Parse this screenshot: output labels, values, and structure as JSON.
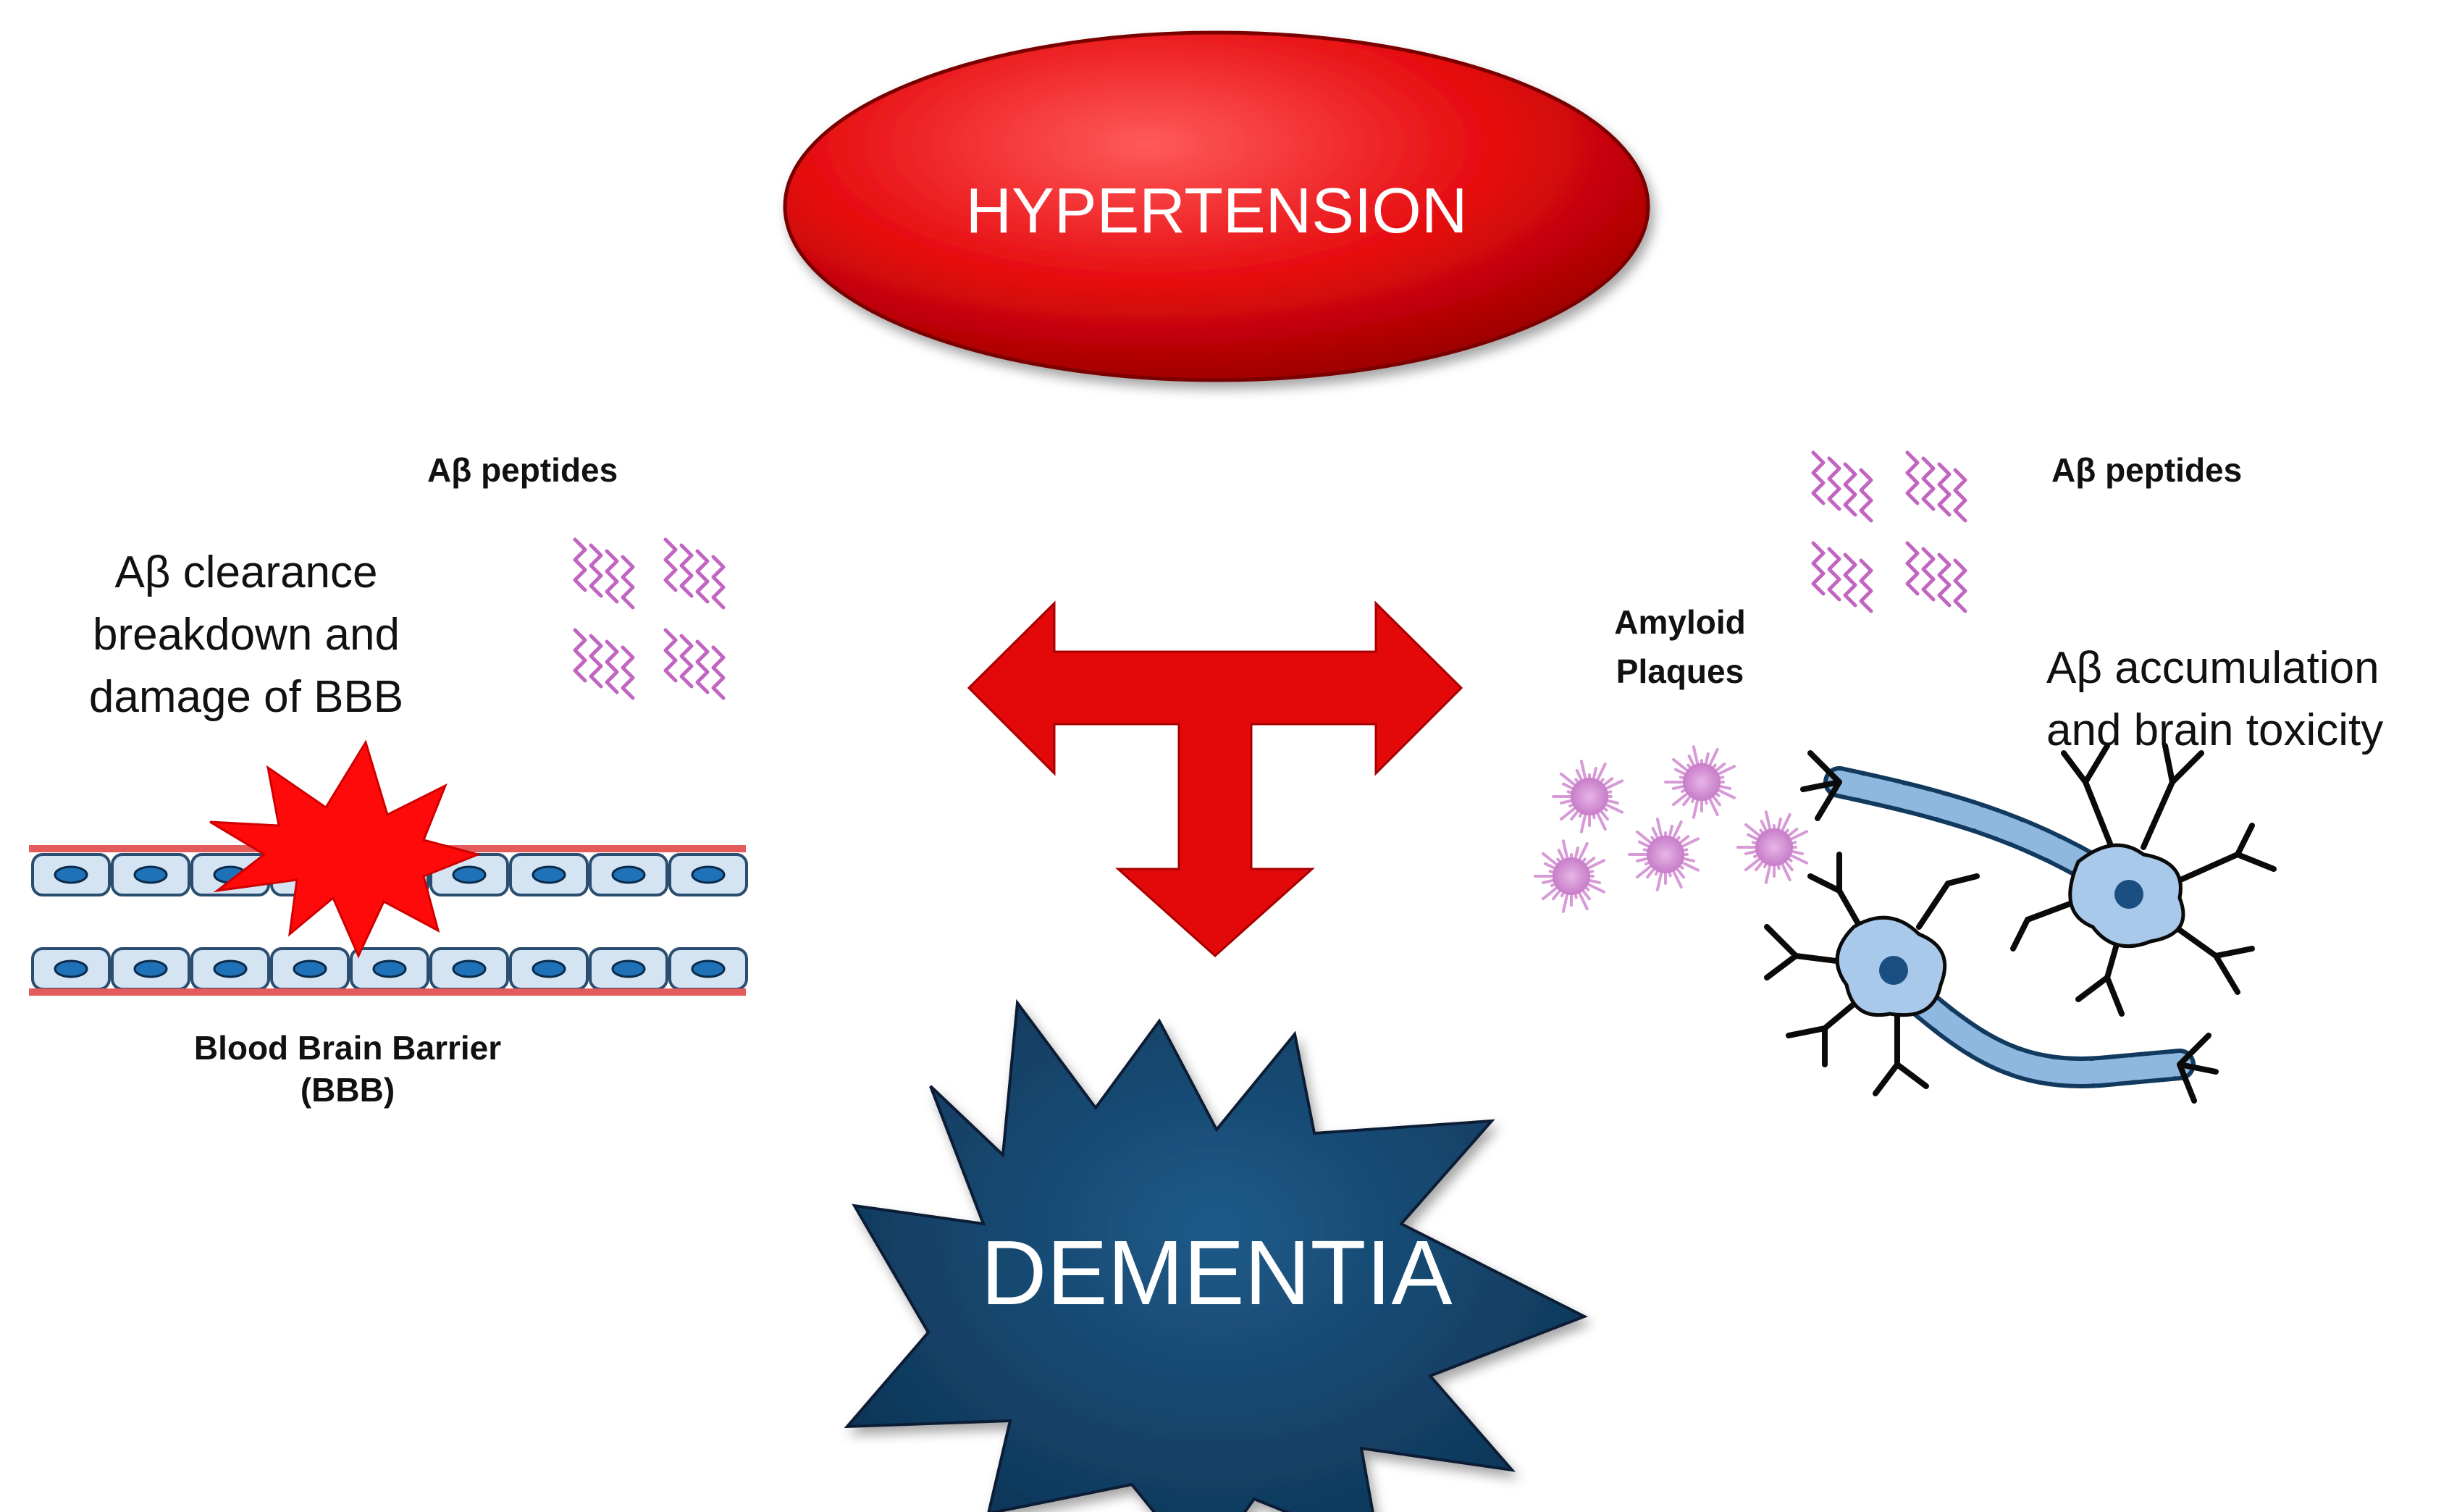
{
  "hypertension": {
    "label": "HYPERTENSION",
    "color": "#e5090d"
  },
  "dementia": {
    "label": "DEMENTIA",
    "color": "#123f63"
  },
  "left_panel": {
    "peptides_label": "Aβ peptides",
    "clearance_lines": [
      "Aβ clearance",
      "breakdown and",
      "damage of BBB"
    ],
    "barrier_lines": [
      "Blood Brain Barrier",
      "(BBB)"
    ]
  },
  "right_panel": {
    "peptides_label": "Aβ peptides",
    "plaques_lines": [
      "Amyloid",
      "Plaques"
    ],
    "accumulation_lines": [
      "Aβ accumulation",
      "and brain toxicity"
    ]
  },
  "colors": {
    "arrow": "#e3090b",
    "burst": "#ff0a0a",
    "peptide": "#c265c2",
    "plaque": "#d79ad7",
    "cell_fill": "#d4e4f3",
    "cell_nucleus": "#1f72b8",
    "vessel_line": "#e35b5b",
    "neuron_fill": "#a8c9ea",
    "neuron_nucleus": "#1b4f82"
  }
}
